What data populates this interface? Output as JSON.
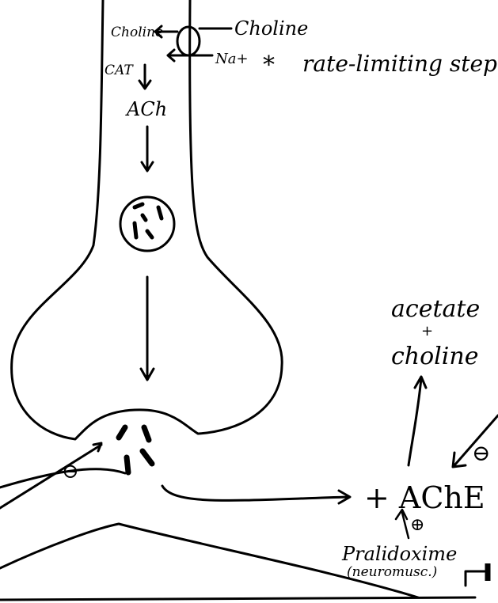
{
  "labels": {
    "choline_inside": "Choline",
    "choline_outside": "Choline",
    "na_plus": "Na+",
    "rate_limiting": "rate-limiting step",
    "asterisk": "*",
    "cat": "CAT",
    "ach": "ACh",
    "acetate": "acetate",
    "plus_small": "+",
    "choline_products": "choline",
    "ache": "+ AChE",
    "minus_left": "⊖",
    "minus_right": "⊖",
    "plus_circle": "⊕",
    "pralidoxime": "Pralidoxime",
    "neuromusc": "(neuromusc.)"
  },
  "colors": {
    "ink": "#000000",
    "paper": "#ffffff"
  }
}
